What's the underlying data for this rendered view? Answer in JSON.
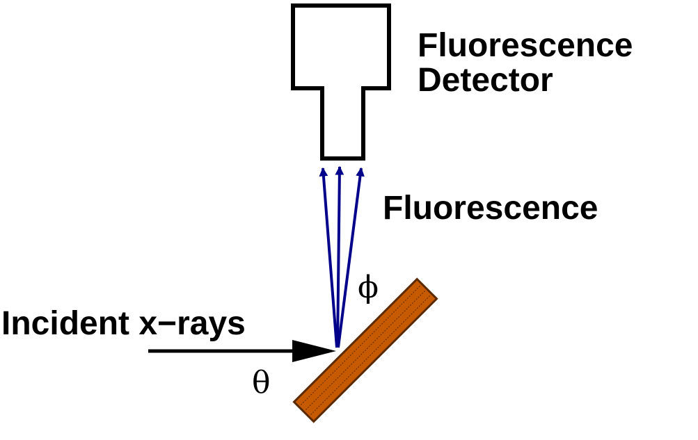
{
  "labels": {
    "detector_line1": "Fluorescence",
    "detector_line2": "Detector",
    "fluorescence": "Fluorescence",
    "incident": "Incident x−rays",
    "theta": "θ",
    "phi": "ϕ"
  },
  "colors": {
    "outline": "#000000",
    "fluorescence_arrows": "#00008b",
    "sample_fill": "#c65a00",
    "sample_edge": "#5a2a00",
    "background": "#ffffff"
  }
}
